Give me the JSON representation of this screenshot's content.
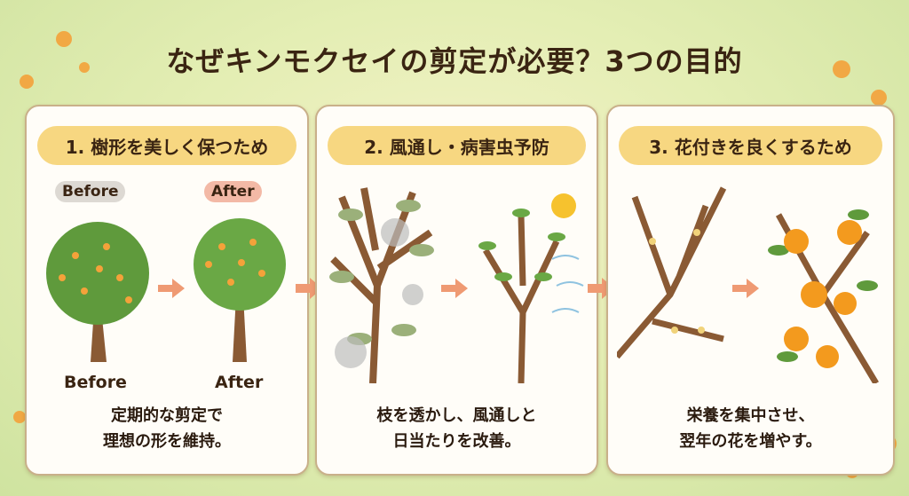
{
  "title": "なぜキンモクセイの剪定が必要？3つの目的",
  "panels": [
    {
      "heading": "1. 樹形を美しく保つため",
      "before_tag": "Before",
      "after_tag": "After",
      "before_label": "Before",
      "after_label": "After",
      "desc_line1": "定期的な剪定で",
      "desc_line2": "理想の形を維持。"
    },
    {
      "heading": "2. 風通し・病害虫予防",
      "desc_line1": "枝を透かし、風通しと",
      "desc_line2": "日当たりを改善。"
    },
    {
      "heading": "3. 花付きを良くするため",
      "desc_line1": "栄養を集中させ、",
      "desc_line2": "翌年の花を増やす。"
    }
  ],
  "colors": {
    "pill": "#f7d781",
    "arrow": "#ef9a73",
    "flower": "#f4a23a",
    "leaf": "#5f9a3c",
    "trunk": "#8a5a34"
  }
}
